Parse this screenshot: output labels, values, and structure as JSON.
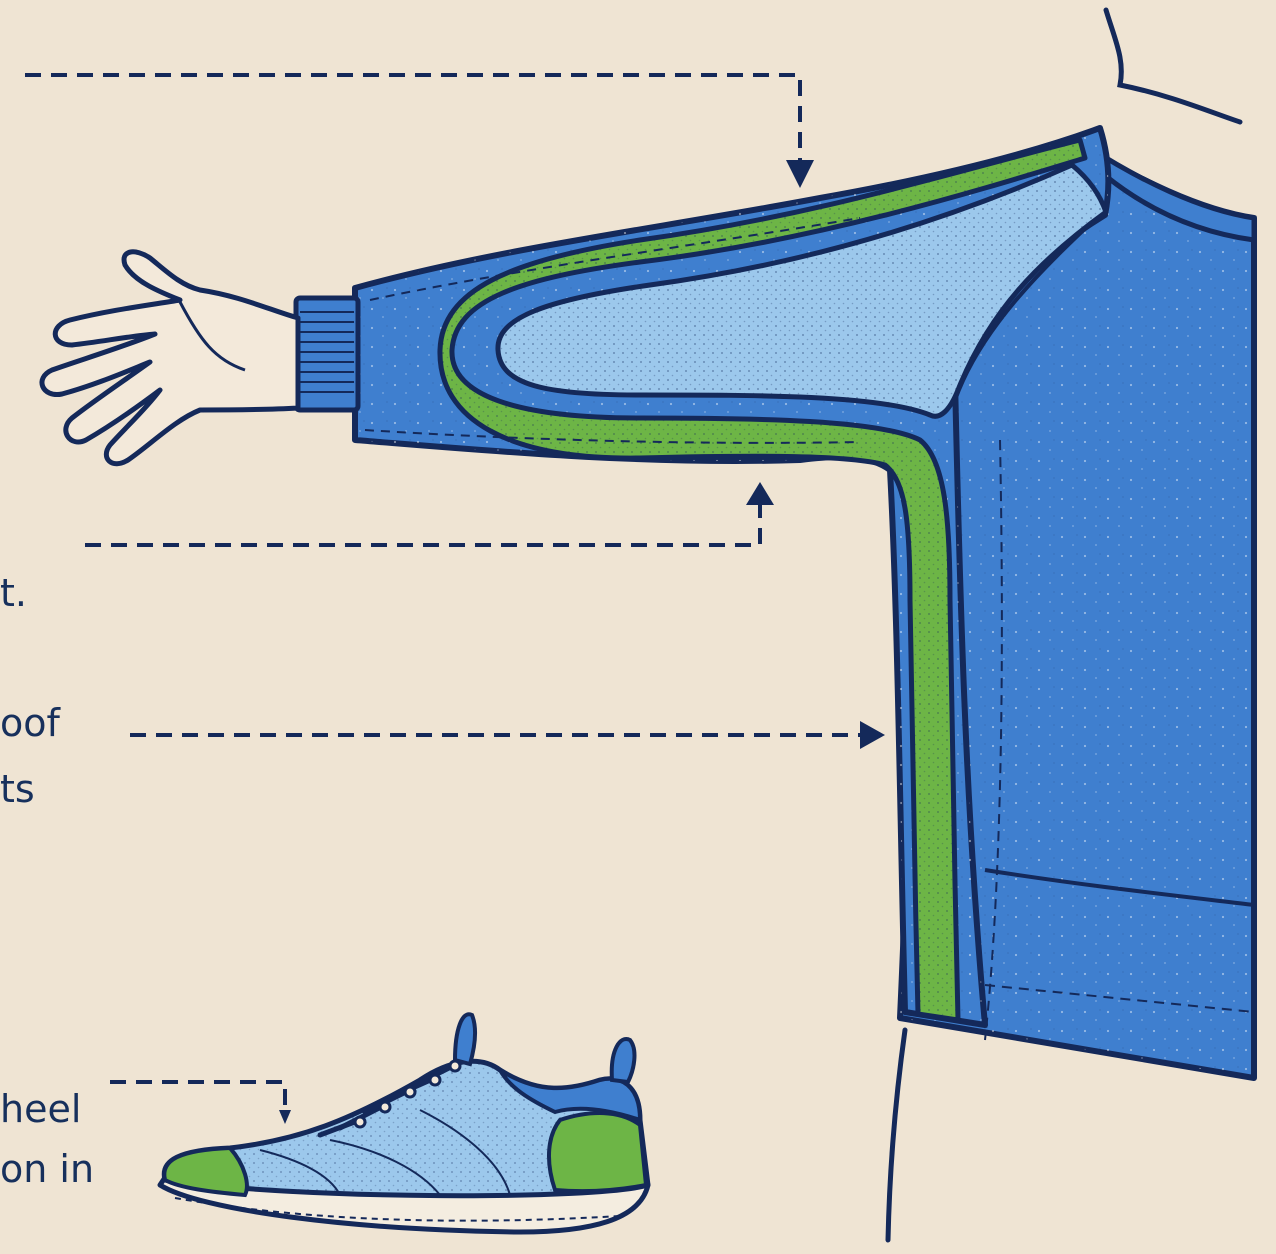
{
  "illustration": {
    "colors": {
      "background": "#efe4d3",
      "outline": "#14295a",
      "jacket_blue": "#3f7fcf",
      "jacket_light_blue": "#9cc8ec",
      "accent_green": "#6db546",
      "skin": "#f3e9da",
      "sole": "#f4ede0"
    },
    "icons": [
      "hand-icon",
      "jacket-icon",
      "sneaker-icon"
    ]
  },
  "text_fragments": {
    "line1": "t.",
    "line2": "oof",
    "line3": "ts",
    "line4": "heel",
    "line5": "on in"
  }
}
